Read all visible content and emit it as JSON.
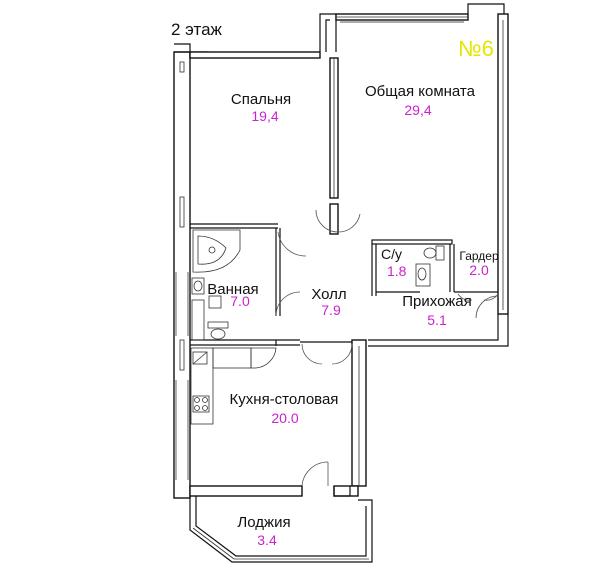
{
  "floor_label": "2 этаж",
  "unit_number": "№6",
  "colors": {
    "area_text": "#cc22cc",
    "unit_number": "#e6e600",
    "walls": "#111111"
  },
  "rooms": {
    "bedroom": {
      "name": "Спальня",
      "area": "19,4"
    },
    "living": {
      "name": "Общая комната",
      "area": "29,4"
    },
    "wc": {
      "name": "С/у",
      "area": "1.8"
    },
    "wardrobe": {
      "name": "Гардер",
      "area": "2.0"
    },
    "bathroom": {
      "name": "Ванная",
      "area": "7.0"
    },
    "hall": {
      "name": "Холл",
      "area": "7.9"
    },
    "entrance": {
      "name": "Прихожая",
      "area": "5.1"
    },
    "kitchen": {
      "name": "Кухня-столовая",
      "area": "20.0"
    },
    "loggia": {
      "name": "Лоджия",
      "area": "3.4"
    }
  }
}
